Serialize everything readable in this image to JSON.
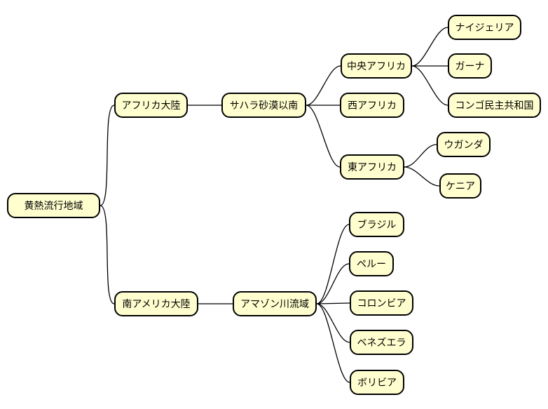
{
  "colors": {
    "background": "#FFFFFF",
    "node_fill": "#FEFECE",
    "node_border": "#000000",
    "connector": "#000000",
    "text": "#000000"
  },
  "mindmap": {
    "root_label": "黄熱流行地域",
    "nodes": [
      {
        "id": "root",
        "label": "黄熱流行地域",
        "parent": null
      },
      {
        "id": "africa",
        "label": "アフリカ大陸",
        "parent": "root"
      },
      {
        "id": "sub-sahara",
        "label": "サハラ砂漠以南",
        "parent": "africa"
      },
      {
        "id": "central-africa",
        "label": "中央アフリカ",
        "parent": "sub-sahara"
      },
      {
        "id": "nigeria",
        "label": "ナイジェリア",
        "parent": "central-africa"
      },
      {
        "id": "ghana",
        "label": "ガーナ",
        "parent": "central-africa"
      },
      {
        "id": "dr-congo",
        "label": "コンゴ民主共和国",
        "parent": "central-africa"
      },
      {
        "id": "west-africa",
        "label": "西アフリカ",
        "parent": "sub-sahara"
      },
      {
        "id": "east-africa",
        "label": "東アフリカ",
        "parent": "sub-sahara"
      },
      {
        "id": "uganda",
        "label": "ウガンダ",
        "parent": "east-africa"
      },
      {
        "id": "kenya",
        "label": "ケニア",
        "parent": "east-africa"
      },
      {
        "id": "south-america",
        "label": "南アメリカ大陸",
        "parent": "root"
      },
      {
        "id": "amazon-basin",
        "label": "アマゾン川流域",
        "parent": "south-america"
      },
      {
        "id": "brazil",
        "label": "ブラジル",
        "parent": "amazon-basin"
      },
      {
        "id": "peru",
        "label": "ペルー",
        "parent": "amazon-basin"
      },
      {
        "id": "colombia",
        "label": "コロンビア",
        "parent": "amazon-basin"
      },
      {
        "id": "venezuela",
        "label": "ベネズエラ",
        "parent": "amazon-basin"
      },
      {
        "id": "bolivia",
        "label": "ボリビア",
        "parent": "amazon-basin"
      }
    ]
  }
}
